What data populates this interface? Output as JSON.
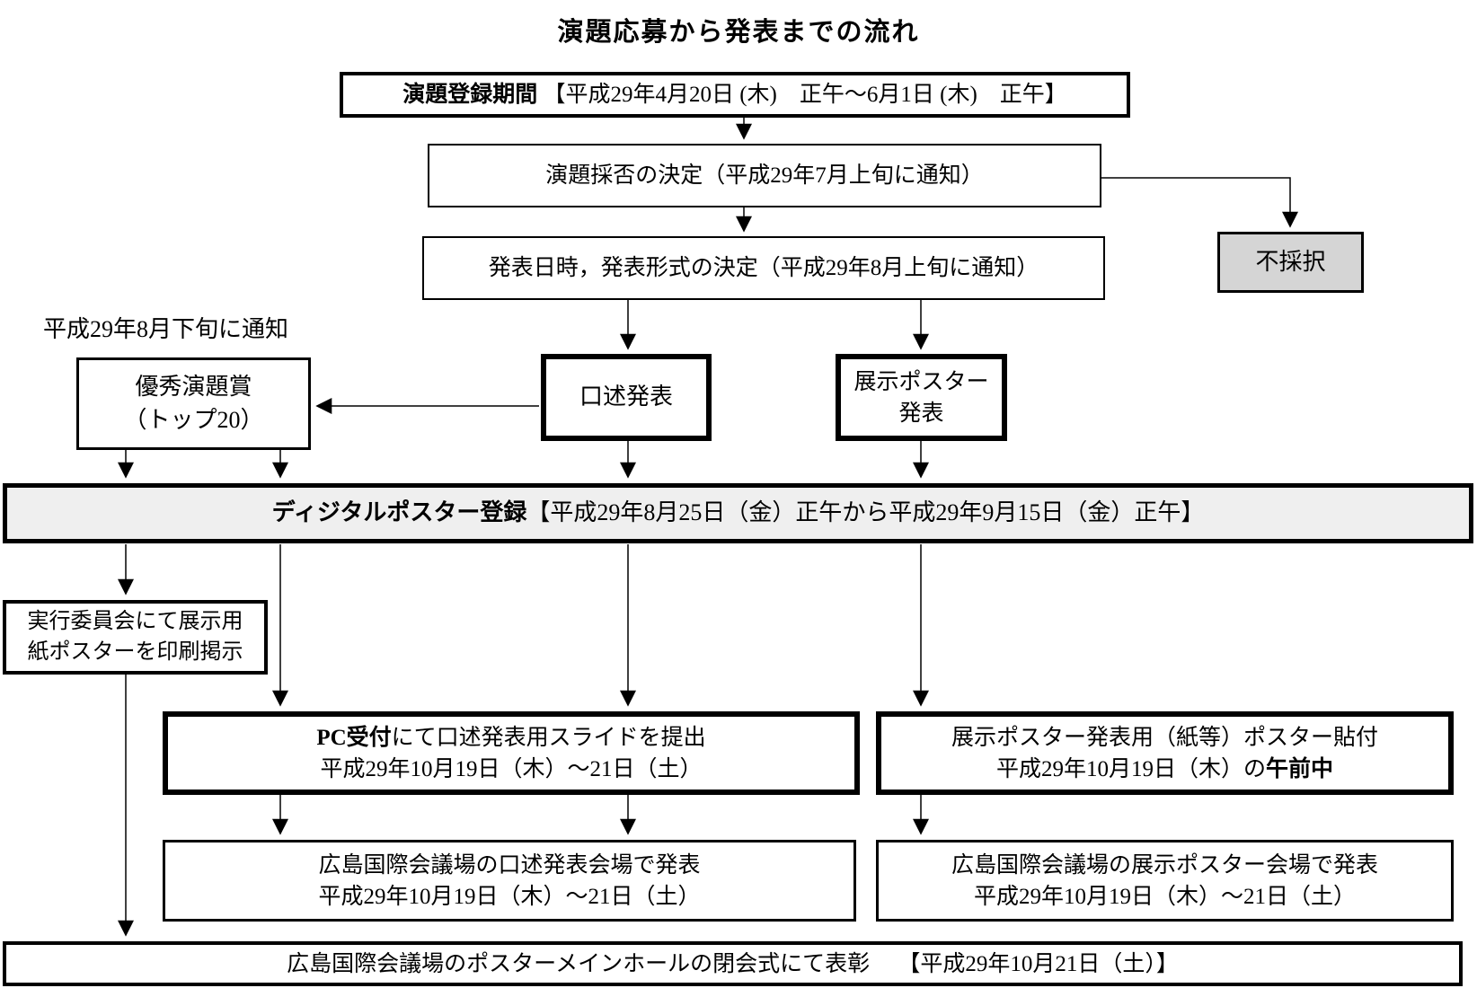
{
  "title": "演題応募から発表までの流れ",
  "colors": {
    "rejected_fill": "#d5d5d5",
    "band_fill": "#efefef",
    "line": "#000000"
  },
  "boxes": {
    "registration": {
      "label": "演題登録期間",
      "dates": " 【平成29年4月20日 (木)　正午～6月1日 (木)　正午】"
    },
    "acceptance": {
      "text": "演題採否の決定（平成29年7月上旬に通知）"
    },
    "rejected": {
      "text": "不採択"
    },
    "schedule": {
      "text": "発表日時，発表形式の決定（平成29年8月上旬に通知）"
    },
    "award_note": "平成29年8月下旬に通知",
    "award": {
      "line1": "優秀演題賞",
      "line2": "（トップ20）"
    },
    "oral": {
      "text": "口述発表"
    },
    "poster": {
      "line1": "展示ポスター",
      "line2": "発表"
    },
    "digital_band": {
      "label": "ディジタルポスター登録",
      "dates": "【平成29年8月25日（金）正午から平成29年9月15日（金）正午】"
    },
    "committee": {
      "line1": "実行委員会にて展示用",
      "line2": "紙ポスターを印刷掲示"
    },
    "pc_desk": {
      "line1_bold": "PC受付",
      "line1_rest": "にて口述発表用スライドを提出",
      "line2": "平成29年10月19日（木）～21日（土）"
    },
    "poster_putup": {
      "line1": "展示ポスター発表用（紙等）ポスター貼付",
      "line2_pre": "平成29年10月19日（木）の",
      "line2_bold": "午前中"
    },
    "oral_venue": {
      "line1": "広島国際会議場の口述発表会場で発表",
      "line2": "平成29年10月19日（木）～21日（土）"
    },
    "poster_venue": {
      "line1": "広島国際会議場の展示ポスター会場で発表",
      "line2": "平成29年10月19日（木）～21日（土）"
    },
    "closing_band": {
      "text": "広島国際会議場のポスターメインホールの閉会式にて表彰　 【平成29年10月21日（土）】"
    }
  }
}
